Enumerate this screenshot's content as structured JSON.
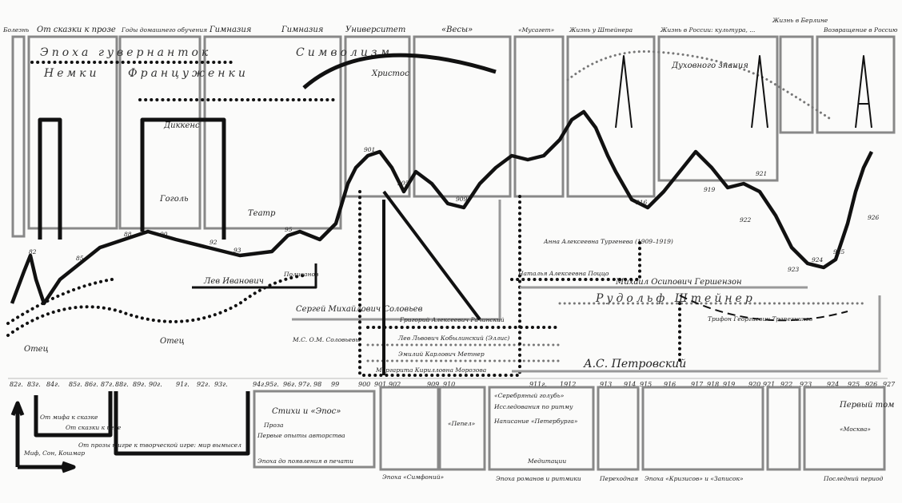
{
  "headers": [
    "Болезнь",
    "От сказки к прозе",
    "Годы домашнего обучения",
    "Гимназия",
    "Гимназия",
    "Университет",
    "«Весы»",
    "«Мусагет»",
    "Жизнь у Штейнера",
    "Жизнь в России: культура, ...",
    "Жизнь в Берлине",
    "Возвращение в Россию"
  ],
  "epochs": {
    "governess": "Эпоха гувернанток",
    "germans": "Немки",
    "french": "Француженки",
    "symbolism": "Символизм",
    "christ": "Христос",
    "spirit": "Духовного знания"
  },
  "people": {
    "lev": "Лев Иванович",
    "polivanov": "Поливанов",
    "sergei": "Сергей Михайлович Соловьев",
    "solovievs": "М.С. О.М. Соловьевы",
    "rachinsky": "Григорий Алексеевич Рачинский",
    "kobylinsky": "Лев Львович Кобылинский (Эллис)",
    "metner": "Эмилий Карлович Метнер",
    "morozova": "Маргарита Кирилловна Морозова",
    "petrovsky": "А.С. Петровский",
    "turgeneva": "Анна Алексеевна Тургенева (1909–1919)",
    "natalia": "Наталья Алексеевна Поццо",
    "gershenzon": "Михаил Осипович Гершензон",
    "steiner": "Рудольф Штейнер",
    "trapeznikov": "Трифон Георгиевич Трапезников",
    "teatr": "Театр",
    "dickens": "Диккенс",
    "gogol": "Гоголь",
    "otets": "Отец"
  },
  "years": [
    "82г.",
    "83г.",
    "84г.",
    "85г.",
    "86г.",
    "87г.",
    "88г.",
    "89г.",
    "90г.",
    "91г.",
    "92г.",
    "93г.",
    "94г.",
    "95г.",
    "96г.",
    "97г.",
    "98",
    "99",
    "900",
    "901",
    "902",
    "909",
    "910",
    "911г.",
    "1912",
    "913",
    "914",
    "915",
    "916",
    "917",
    "918",
    "919",
    "920",
    "921",
    "922",
    "923",
    "924",
    "925",
    "926",
    "927"
  ],
  "curve_years": [
    "82",
    "85",
    "88",
    "90",
    "92",
    "93",
    "95",
    "901",
    "905",
    "909",
    "916",
    "919",
    "921",
    "922",
    "923",
    "924",
    "925",
    "926"
  ],
  "bottom": {
    "myth": "Миф, Сон, Кошмар",
    "from_myth": "От мифа к сказке",
    "to_game": "От сказки к игре",
    "from_prose": "От прозы к игре к творческой игре: мир вымысел",
    "verse": "Стихи и «Эпос»",
    "prose": "Проза",
    "first_steps": "Первые опыты авторства",
    "pre_print": "Эпоха до появления в печати",
    "symphony": "Эпоха «Симфоний»",
    "pepel": "«Пепел»",
    "silver_dove": "«Серебряный голубь»",
    "rhythm": "Исследования по ритму",
    "petersburg": "Написание «Петербурга»",
    "novels": "Эпоха романов и ритмики",
    "transition": "Переходная",
    "crises": "Эпоха «Кризисов» и «Записок»",
    "moscow": "«Москва»",
    "first_vol": "Первый том",
    "last_period": "Последний период",
    "meditations": "Медитации"
  }
}
